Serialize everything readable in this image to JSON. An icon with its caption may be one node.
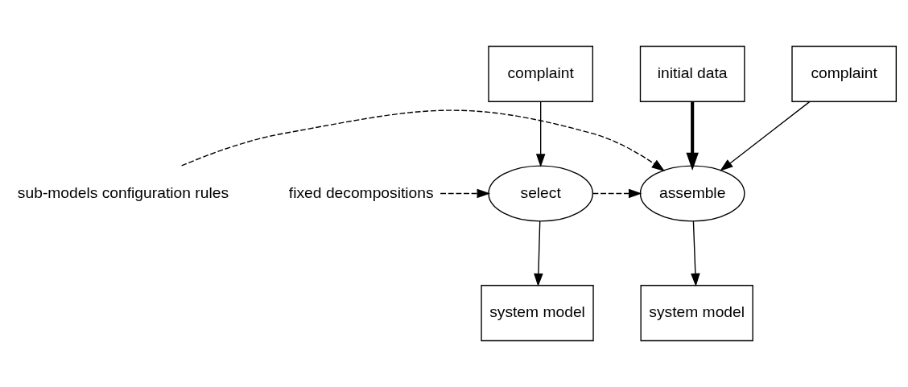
{
  "diagram": {
    "nodes": [
      {
        "text": [
          "complaint"
        ]
      },
      {
        "text": [
          "fixed decompositions"
        ]
      },
      {
        "text": [
          "select"
        ]
      },
      {
        "text": [
          "system model"
        ]
      },
      {
        "text": [
          "initial data"
        ]
      },
      {
        "text": [
          "complaint"
        ]
      },
      {
        "text": [
          "sub-models configuration rules"
        ]
      },
      {
        "text": [
          "assemble"
        ]
      },
      {
        "text": [
          "system model"
        ]
      }
    ],
    "edges": [
      {
        "from": 0,
        "to": 2,
        "arrow": "to"
      },
      {
        "from": 1,
        "to": 2,
        "arrow": "to",
        "style": "dashed"
      },
      {
        "from": 2,
        "to": 3,
        "arrow": "to"
      },
      {
        "from": 2,
        "to": 7,
        "arrow": "to",
        "style": "dashed"
      },
      {
        "from": 4,
        "to": 7,
        "arrow": "to",
        "style": "thick"
      },
      {
        "from": 5,
        "to": 7,
        "arrow": "to"
      },
      {
        "from": 6,
        "to": 7,
        "arrow": "to",
        "style": "dashed"
      },
      {
        "from": 7,
        "to": 8,
        "arrow": "to"
      }
    ]
  }
}
